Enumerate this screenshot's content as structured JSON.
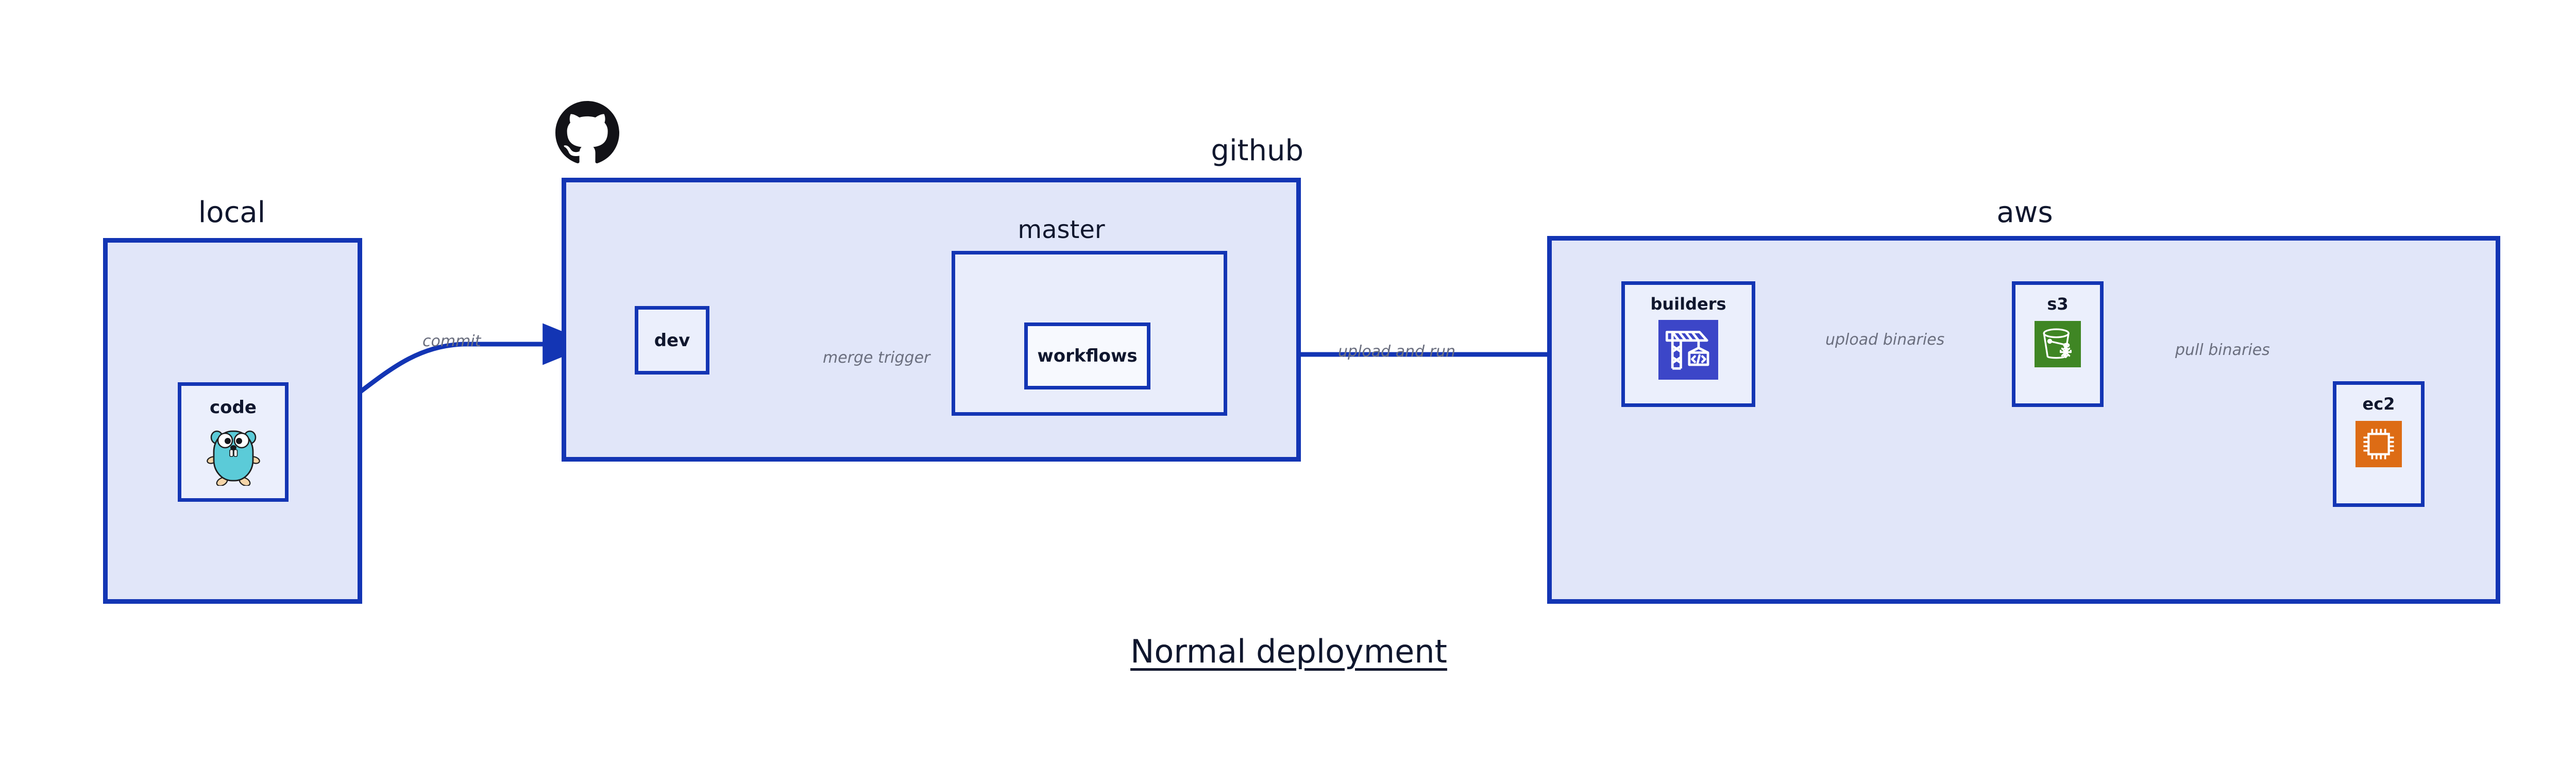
{
  "diagram": {
    "caption": "Normal deployment",
    "colors": {
      "border_blue": "#1335b4",
      "group_fill": "#e1e6f9",
      "inner_group_fill": "#e9edfb",
      "node_fill": "#ebeffc",
      "node_fill_white": "#f7f9fe",
      "text_dark": "#10172e",
      "edge_label_gray": "#6b6f7f",
      "builders_icon_bg": "#3c46c8",
      "s3_icon_bg": "#3f8624",
      "ec2_icon_bg": "#dd6c15",
      "gopher_body": "#5bcbd8",
      "gopher_limb": "#f5d5a8",
      "github_logo": "#121217"
    },
    "groups": [
      {
        "key": "local",
        "label": "local"
      },
      {
        "key": "github",
        "label": "github"
      },
      {
        "key": "master",
        "label": "master"
      },
      {
        "key": "aws",
        "label": "aws"
      }
    ],
    "nodes": [
      {
        "key": "code",
        "label": "code",
        "icon": "go-gopher-icon",
        "group": "local"
      },
      {
        "key": "dev",
        "label": "dev",
        "icon": null,
        "group": "github"
      },
      {
        "key": "workflows",
        "label": "workflows",
        "icon": null,
        "group": "master"
      },
      {
        "key": "builders",
        "label": "builders",
        "icon": "crane-code-icon",
        "group": "aws"
      },
      {
        "key": "s3",
        "label": "s3",
        "icon": "s3-bucket-icon",
        "group": "aws"
      },
      {
        "key": "ec2",
        "label": "ec2",
        "icon": "cpu-chip-icon",
        "group": "aws"
      }
    ],
    "edges": [
      {
        "key": "commit",
        "label": "commit",
        "from": "code",
        "to": "dev"
      },
      {
        "key": "merge-trigger",
        "label": "merge trigger",
        "from": "dev",
        "to": "workflows"
      },
      {
        "key": "upload-and-run",
        "label": "upload and run",
        "from": "workflows",
        "to": "builders"
      },
      {
        "key": "upload-binaries",
        "label": "upload binaries",
        "from": "builders",
        "to": "s3"
      },
      {
        "key": "pull-binaries",
        "label": "pull binaries",
        "from": "s3",
        "to": "ec2"
      }
    ],
    "logos": [
      {
        "key": "github-logo",
        "name": "github-octocat-icon"
      }
    ]
  }
}
